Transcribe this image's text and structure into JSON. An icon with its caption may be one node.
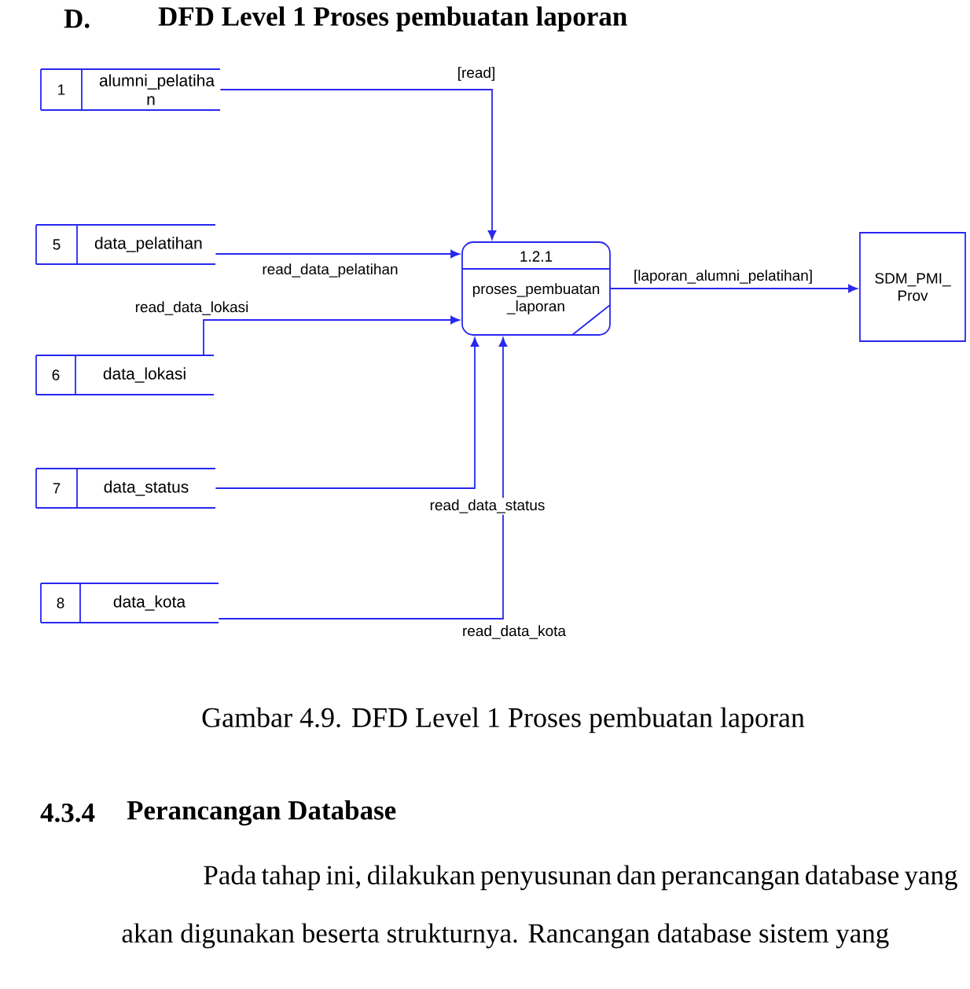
{
  "diagram": {
    "title": "DFD Level 1 Proses pembuatan laporan",
    "caption": "Gambar 4.9. DFD Level 1 Proses pembuatan laporan",
    "nodes": [
      {
        "text": [
          "1",
          "alumni_pelatiha n"
        ]
      },
      {
        "text": [
          "5",
          "data_pelatihan"
        ]
      },
      {
        "text": [
          "6",
          "data_lokasi"
        ]
      },
      {
        "text": [
          "7",
          "data_status"
        ]
      },
      {
        "text": [
          "8",
          "data_kota"
        ]
      },
      {
        "text": [
          "1.2.1",
          "proses_pembuatan _laporan"
        ]
      },
      {
        "text": [
          "SDM_PMI_ Prov"
        ]
      }
    ],
    "edges": [
      {
        "from": 0,
        "to": 5,
        "arrow": "to",
        "label": "[read]"
      },
      {
        "from": 1,
        "to": 5,
        "arrow": "to",
        "label": "read_data_pelatihan"
      },
      {
        "from": 2,
        "to": 5,
        "arrow": "to",
        "label": "read_data_lokasi"
      },
      {
        "from": 3,
        "to": 5,
        "arrow": "to",
        "label": "read_data_status"
      },
      {
        "from": 4,
        "to": 5,
        "arrow": "to",
        "label": "read_data_kota"
      },
      {
        "from": 5,
        "to": 6,
        "arrow": "to",
        "label": "[laporan_alumni_pelatihan]"
      }
    ],
    "labels": [
      "D.",
      "4.3.4",
      "Perancangan Database",
      "Pada tahap ini, dilakukan penyusunan dan perancangan database yang akan digunakan beserta strukturnya. Rancangan database sistem yang"
    ]
  }
}
